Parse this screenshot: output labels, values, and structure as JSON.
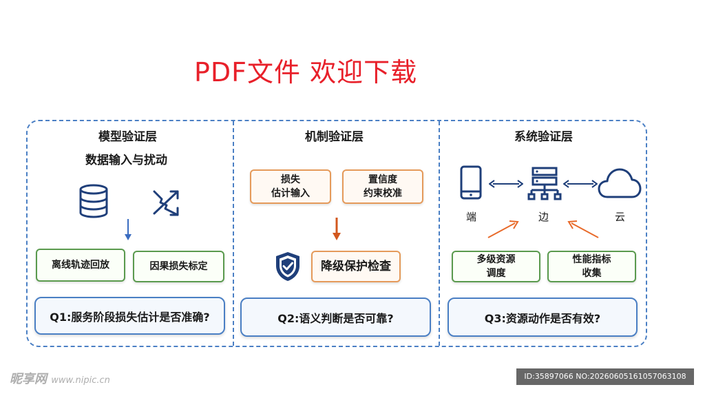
{
  "banner": {
    "text": "PDF文件  欢迎下载"
  },
  "model_layer": {
    "title": "模型验证层",
    "subtitle": "数据输入与扰动",
    "box_left": "离线轨迹回放",
    "box_right": "因果损失标定",
    "question": "Q1:服务阶段损失估计是否准确?"
  },
  "mechanism_layer": {
    "title": "机制验证层",
    "box_left_line1": "损失",
    "box_left_line2": "估计输入",
    "box_right_line1": "置信度",
    "box_right_line2": "约束校准",
    "main_box": "降级保护检查",
    "question": "Q2:语义判断是否可靠?"
  },
  "system_layer": {
    "title": "系统验证层",
    "node_device": "端",
    "node_edge": "边",
    "node_cloud": "云",
    "box_left_line1": "多级资源",
    "box_left_line2": "调度",
    "box_right_line1": "性能指标",
    "box_right_line2": "收集",
    "question": "Q3:资源动作是否有效?"
  },
  "watermark": {
    "left_brand": "昵享网",
    "left_site": "www.nipic.cn",
    "right_id": "ID:35897066 NO:20260605161057063108"
  },
  "colors": {
    "banner": "#e8202a",
    "frame": "#4a7fc4",
    "icon_navy": "#1f3f7a",
    "green_border": "#5a9a4e",
    "orange_border": "#e59a5a",
    "arrow_orange": "#e86a2a"
  }
}
